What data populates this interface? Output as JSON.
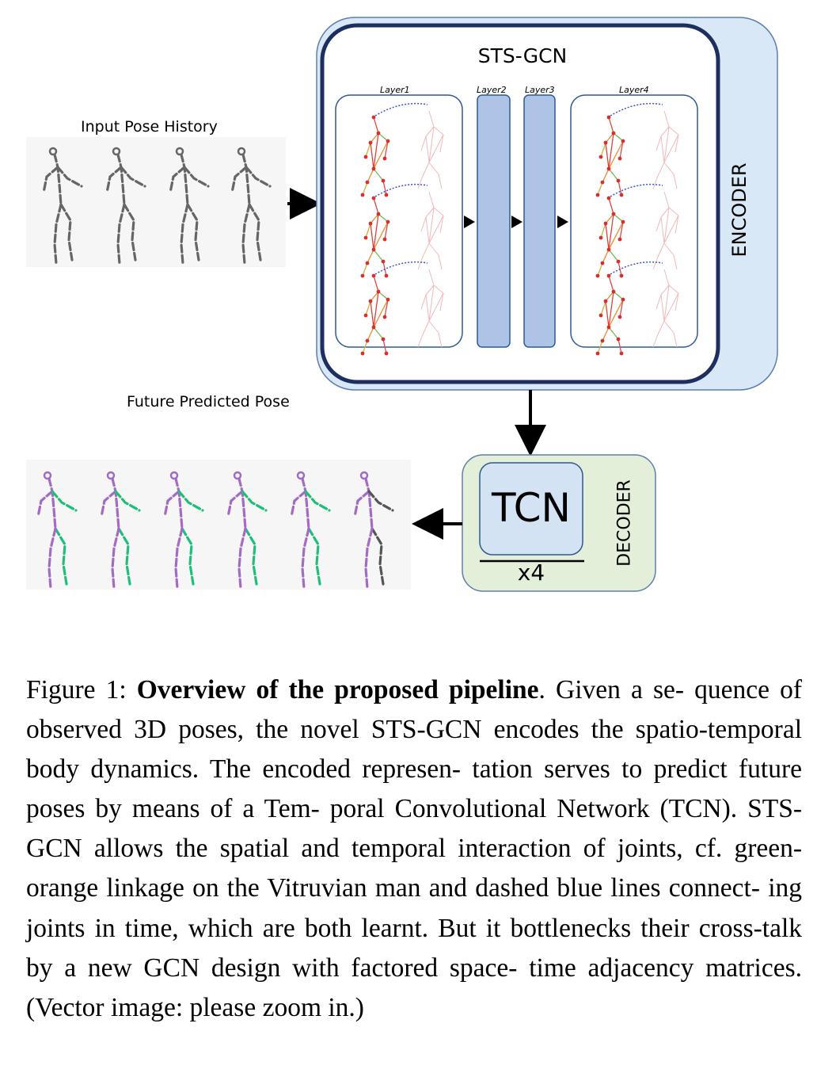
{
  "figure": {
    "input_label": "Input Pose History",
    "future_label": "Future Predicted Pose",
    "encoder": {
      "title": "STS-GCN",
      "side_label": "ENCODER",
      "layers": [
        "Layer1",
        "Layer2",
        "Layer3",
        "Layer4"
      ]
    },
    "decoder": {
      "block": "TCN",
      "repeat": "x4",
      "side_label": "DECODER"
    }
  },
  "caption": {
    "prefix": "Figure 1: ",
    "bold": "Overview of the proposed pipeline",
    "lines": [
      ". Given a se-",
      "quence of observed 3D poses, the novel STS-GCN encodes",
      "the spatio-temporal body dynamics. The encoded represen-",
      "tation serves to predict future poses by means of a Tem-",
      "poral Convolutional Network (TCN). STS-GCN allows the",
      "spatial and temporal interaction of joints, cf. green-orange",
      "linkage on the Vitruvian man and dashed blue lines connect-",
      "ing joints in time, which are both learnt. But it bottlenecks",
      "their cross-talk by a new GCN design with factored space-",
      "time adjacency matrices. (Vector image: please zoom in.)"
    ]
  },
  "colors": {
    "encoder_outer": "#d9e8f6",
    "encoder_border": "#1c2f5e",
    "layer_block": "#aec4e6",
    "decoder_bg": "#e3efd9",
    "tcn_bg": "#d4e3f4",
    "future_pose_purple": "#a36bc4",
    "future_pose_green": "#1fbf7a",
    "input_pose_gray": "#666666"
  }
}
